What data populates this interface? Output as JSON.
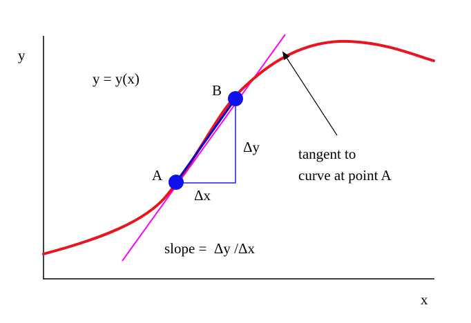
{
  "axes": {
    "x_label": "x",
    "y_label": "y"
  },
  "labels": {
    "function": "y = y(x)",
    "point_a": "A",
    "point_b": "B",
    "delta_x": "Δx",
    "delta_y": "Δy",
    "tangent_line1": "tangent to",
    "tangent_line2": "curve at point A",
    "slope": "slope =  Δy /Δx"
  },
  "colors": {
    "curve": "#e8141e",
    "tangent": "#ff00ff",
    "secant": "#0000cc",
    "points": "#1010ee",
    "triangle": "#1a1aff",
    "axes": "#000000",
    "arrow": "#000000",
    "text": "#000000"
  }
}
